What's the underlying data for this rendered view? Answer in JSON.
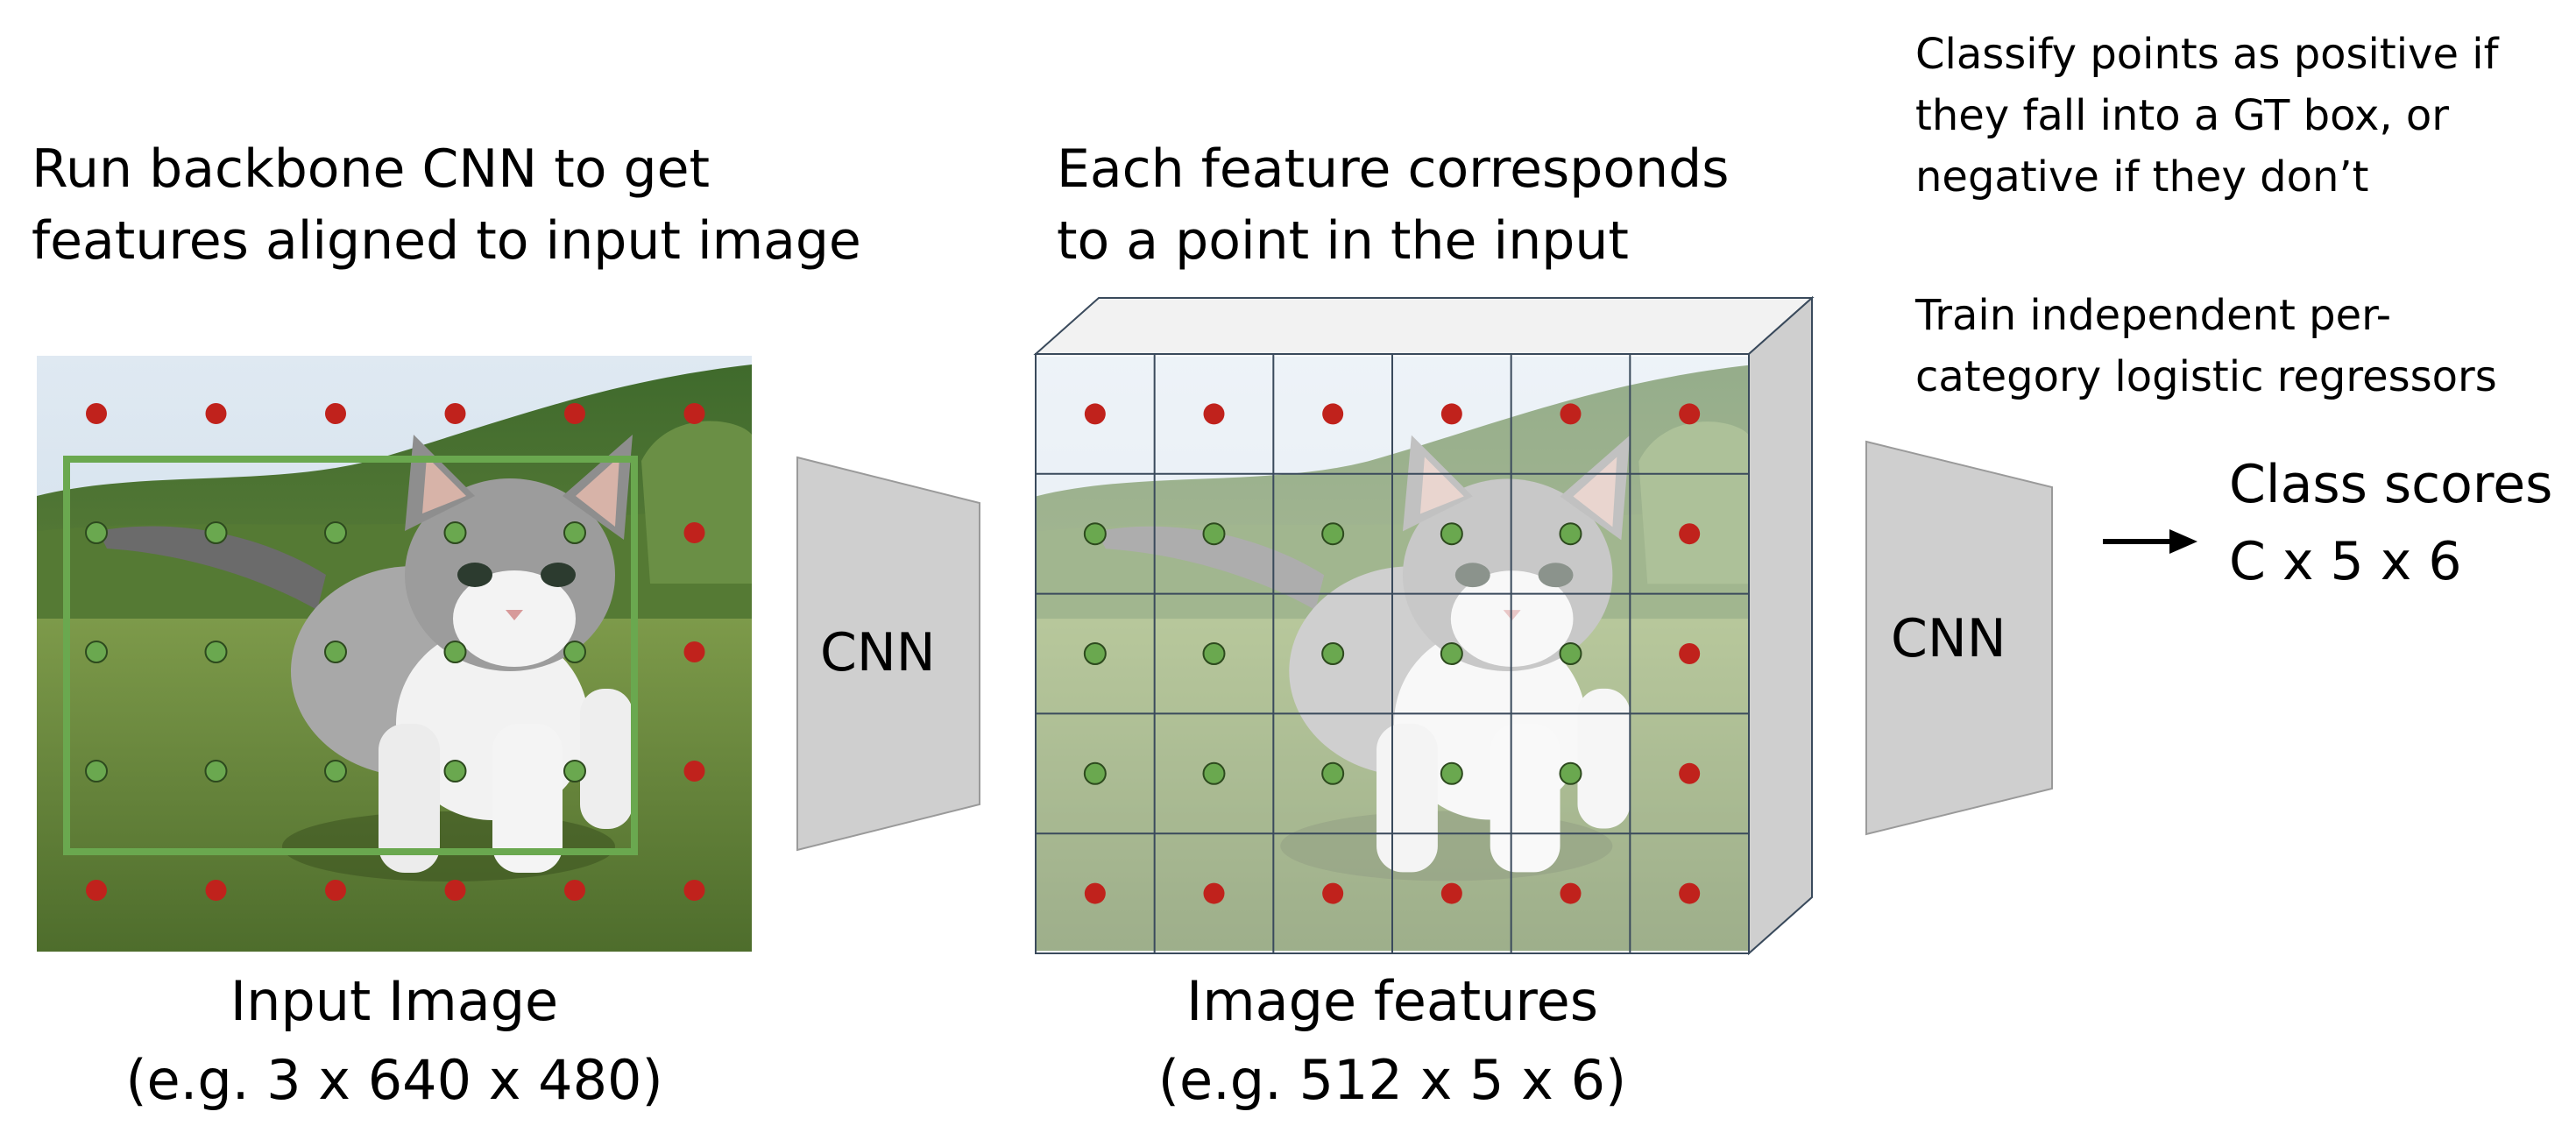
{
  "left": {
    "heading_line1": "Run backbone CNN to get",
    "heading_line2": "features aligned to input image",
    "caption_line1": "Input Image",
    "caption_line2": "(e.g. 3 x 640 x 480)"
  },
  "middle": {
    "heading_line1": "Each feature corresponds",
    "heading_line2": "to a point in the input",
    "caption_line1": "Image features",
    "caption_line2": "(e.g. 512 x 5 x 6)"
  },
  "right": {
    "classify_line1": "Classify points as positive if",
    "classify_line2": "they fall into a GT box, or",
    "classify_line3": "negative if they don’t",
    "train_line1": "Train independent per-",
    "train_line2": "category logistic regressors",
    "scores_line1": "Class scores",
    "scores_line2": "C x 5 x 6"
  },
  "cnn1_label": "CNN",
  "cnn2_label": "CNN",
  "grid": {
    "rows": 5,
    "cols": 6
  },
  "positive_points": [
    [
      1,
      0
    ],
    [
      1,
      1
    ],
    [
      1,
      2
    ],
    [
      1,
      3
    ],
    [
      1,
      4
    ],
    [
      2,
      0
    ],
    [
      2,
      1
    ],
    [
      2,
      2
    ],
    [
      2,
      3
    ],
    [
      2,
      4
    ],
    [
      3,
      0
    ],
    [
      3,
      1
    ],
    [
      3,
      2
    ],
    [
      3,
      3
    ],
    [
      3,
      4
    ]
  ],
  "colors": {
    "positive_point": "#6aa84f",
    "negative_point": "#c0221c",
    "gt_box": "#6aa84f",
    "cnn_block": "#cfcfcf",
    "grid_lines": "#3a4a5c"
  }
}
